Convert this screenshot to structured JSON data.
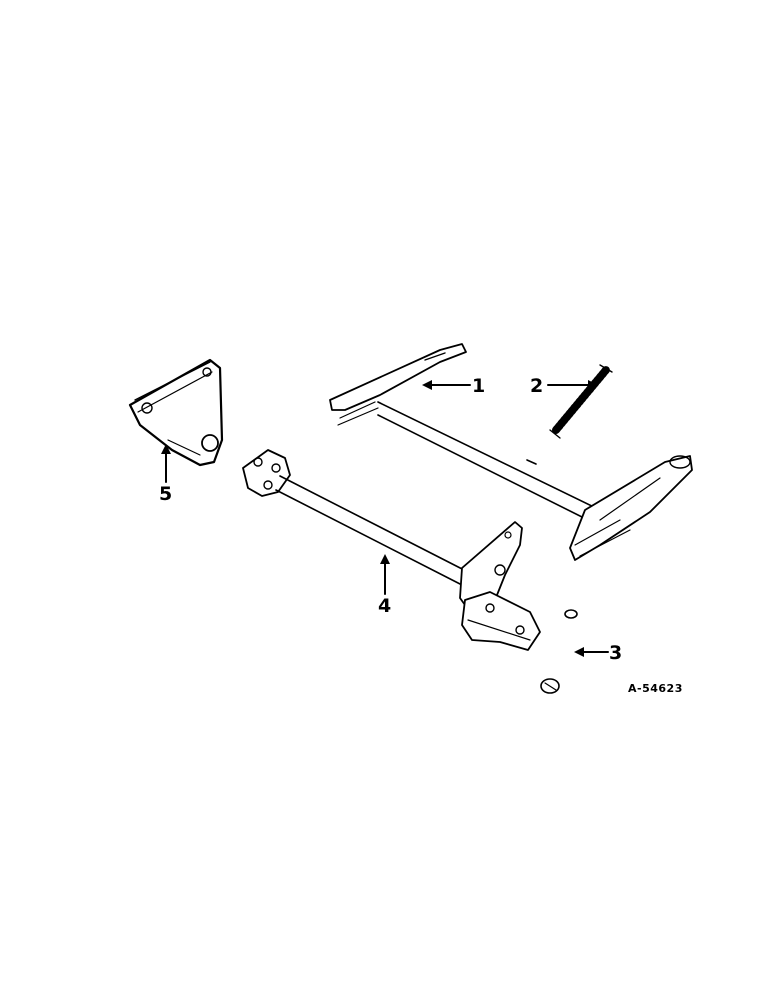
{
  "figure_id": "A-54623",
  "callouts": [
    {
      "number": "1"
    },
    {
      "number": "2"
    },
    {
      "number": "3"
    },
    {
      "number": "4"
    },
    {
      "number": "5"
    }
  ],
  "line_color": "#000000",
  "background_color": "#ffffff"
}
